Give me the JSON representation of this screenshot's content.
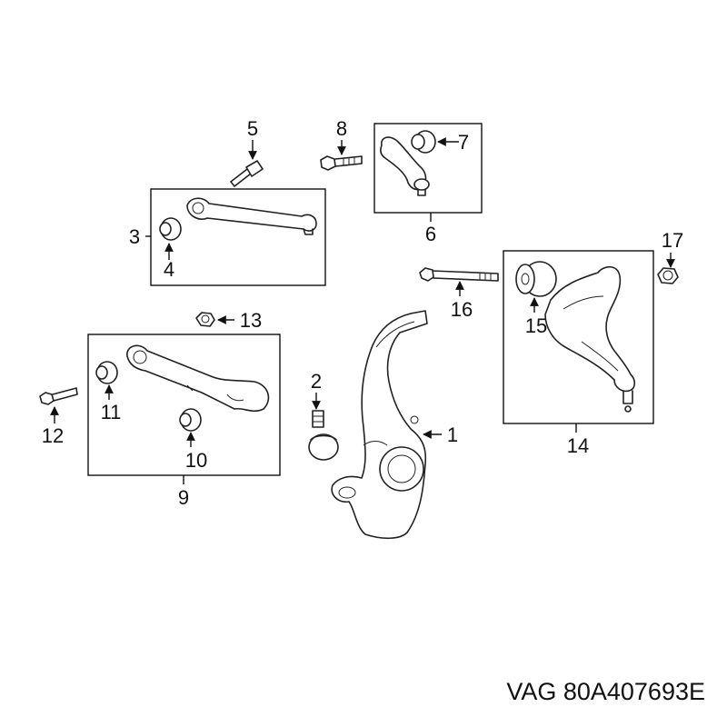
{
  "caption": "VAG 80A407693E",
  "callouts": {
    "c1": "1",
    "c2": "2",
    "c3": "3",
    "c4": "4",
    "c5": "5",
    "c6": "6",
    "c7": "7",
    "c8": "8",
    "c9": "9",
    "c10": "10",
    "c11": "11",
    "c12": "12",
    "c13": "13",
    "c14": "14",
    "c15": "15",
    "c16": "16",
    "c17": "17"
  }
}
